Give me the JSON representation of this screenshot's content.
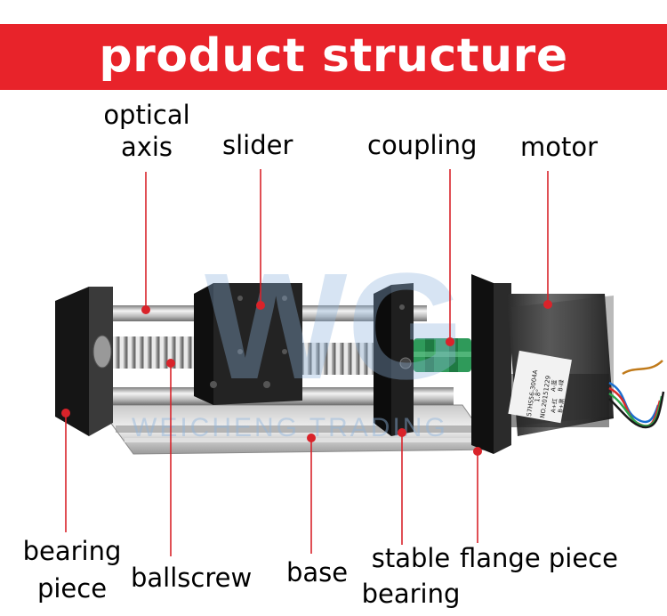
{
  "title": "product structure",
  "watermark": {
    "big": "WG",
    "small": "WEICHENG TRADING"
  },
  "motor_label_text": {
    "model": "57HS56-3004A",
    "line2": "1.8°",
    "line3": "NO.20151229",
    "a_minus": "A-蓝",
    "a_plus": "A+红",
    "b_minus": "B-绿",
    "b_plus": "B+黑"
  },
  "labels": {
    "optical_axis_line1": "optical",
    "optical_axis_line2": "axis",
    "slider": "slider",
    "coupling": "coupling",
    "motor": "motor",
    "bearing_piece_line1": "bearing",
    "bearing_piece_line2": "piece",
    "ballscrew": "ballscrew",
    "base": "base",
    "stable_bearing_line1": "stable",
    "stable_bearing_line2": "bearing",
    "flange_piece": "flange piece"
  },
  "colors": {
    "banner": "#e8232a",
    "banner_text": "#ffffff",
    "pointer": "#d9232a",
    "watermark": "#8fb5dd"
  }
}
